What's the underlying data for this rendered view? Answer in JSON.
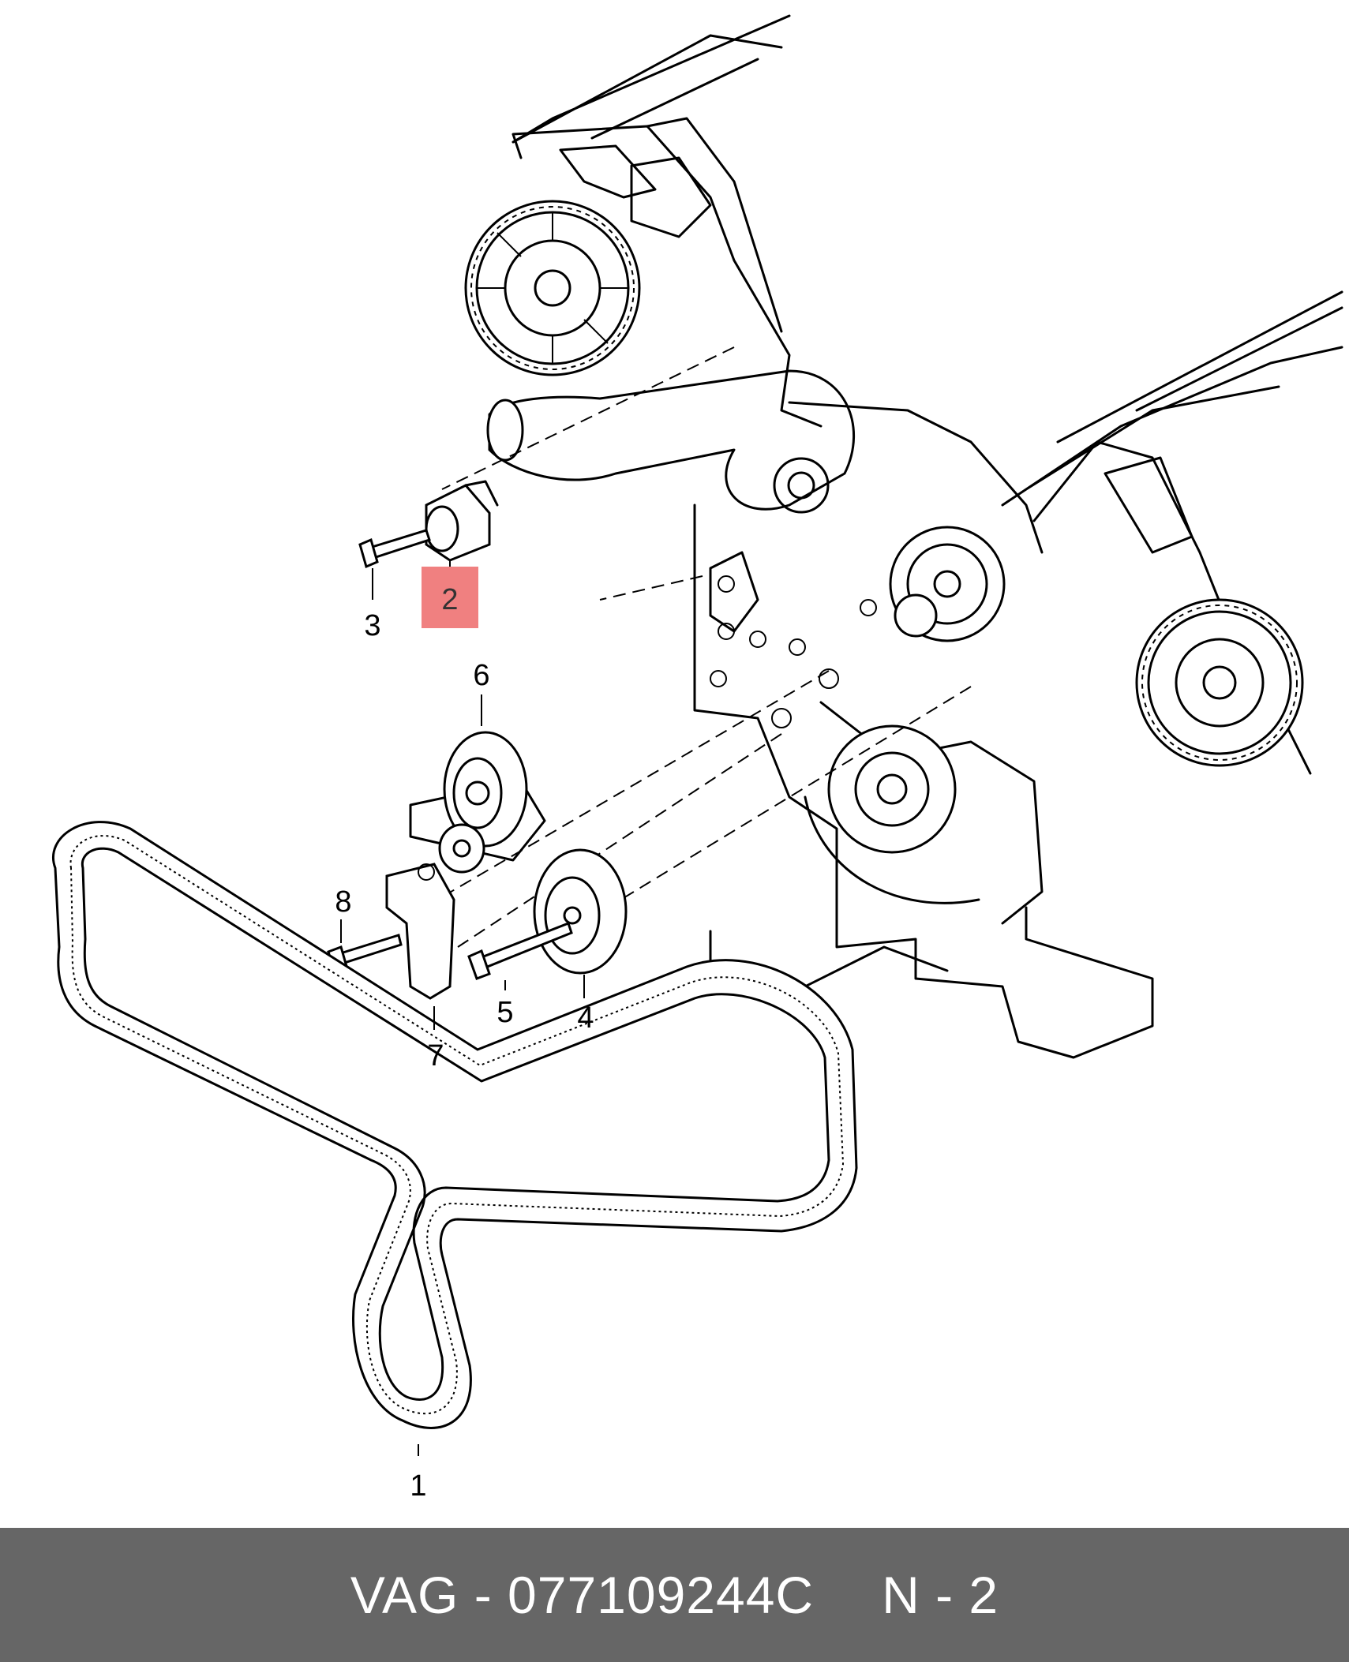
{
  "diagram": {
    "callouts": [
      {
        "id": "1",
        "label": "1"
      },
      {
        "id": "2",
        "label": "2",
        "highlighted": true
      },
      {
        "id": "3",
        "label": "3"
      },
      {
        "id": "4",
        "label": "4"
      },
      {
        "id": "5",
        "label": "5"
      },
      {
        "id": "6",
        "label": "6"
      },
      {
        "id": "7",
        "label": "7"
      },
      {
        "id": "8",
        "label": "8"
      }
    ],
    "highlight_color": "#f08080"
  },
  "footer": {
    "brand": "VAG",
    "separator": "-",
    "part_number": "077109244C",
    "position": "N - 2",
    "background": "#666666",
    "text_color": "#ffffff"
  }
}
